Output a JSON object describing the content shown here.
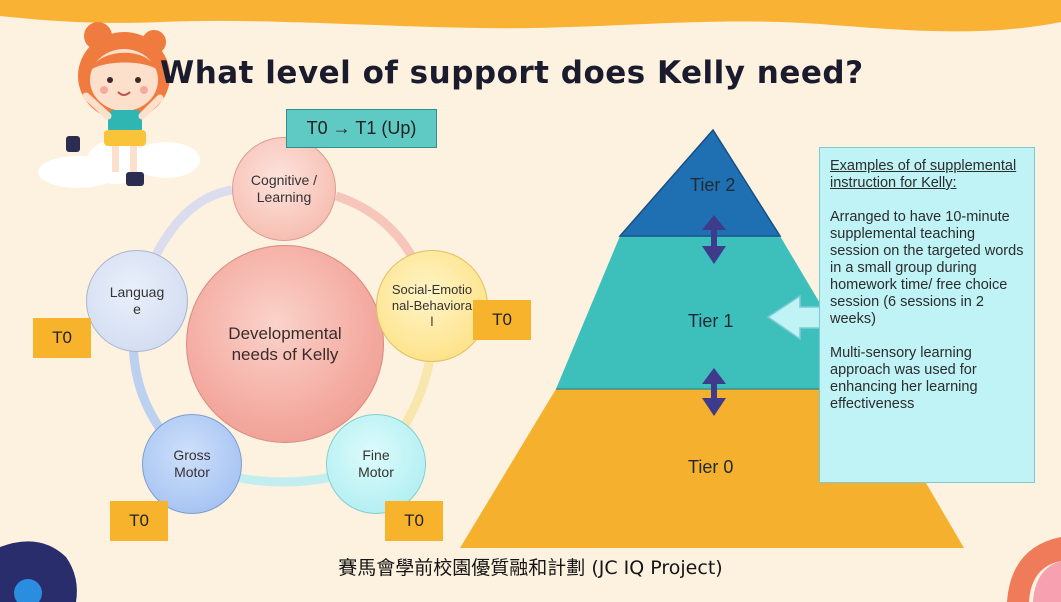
{
  "slide": {
    "title": "What level of support does Kelly need?",
    "footer": "賽馬會學前校園優質融和計劃 (JC IQ Project)"
  },
  "needs_cycle": {
    "center": "Developmental needs of Kelly",
    "nodes": {
      "cognitive": "Cognitive / Learning",
      "social": "Social-Emotional-Behavioral",
      "language": "Languag e",
      "gross_motor": "Gross Motor",
      "fine_motor": "Fine Motor"
    },
    "tags": {
      "cognitive": "T0 → T1 (Up)",
      "social": "T0",
      "language": "T0",
      "gross_motor": "T0",
      "fine_motor": "T0"
    }
  },
  "pyramid": {
    "tiers": [
      "Tier 2",
      "Tier 1",
      "Tier 0"
    ],
    "colors": {
      "tier2": "#1f70b3",
      "tier1": "#3dbfbc",
      "tier0": "#f5b02e"
    }
  },
  "callout": {
    "heading": "Examples of of supplemental instruction for Kelly:",
    "paragraph1": "Arranged to have 10-minute supplemental teaching session on the targeted words in a small group during homework time/ free choice session (6 sessions in 2 weeks)",
    "paragraph2": "Multi-sensory learning approach was used for enhancing her learning effectiveness"
  }
}
